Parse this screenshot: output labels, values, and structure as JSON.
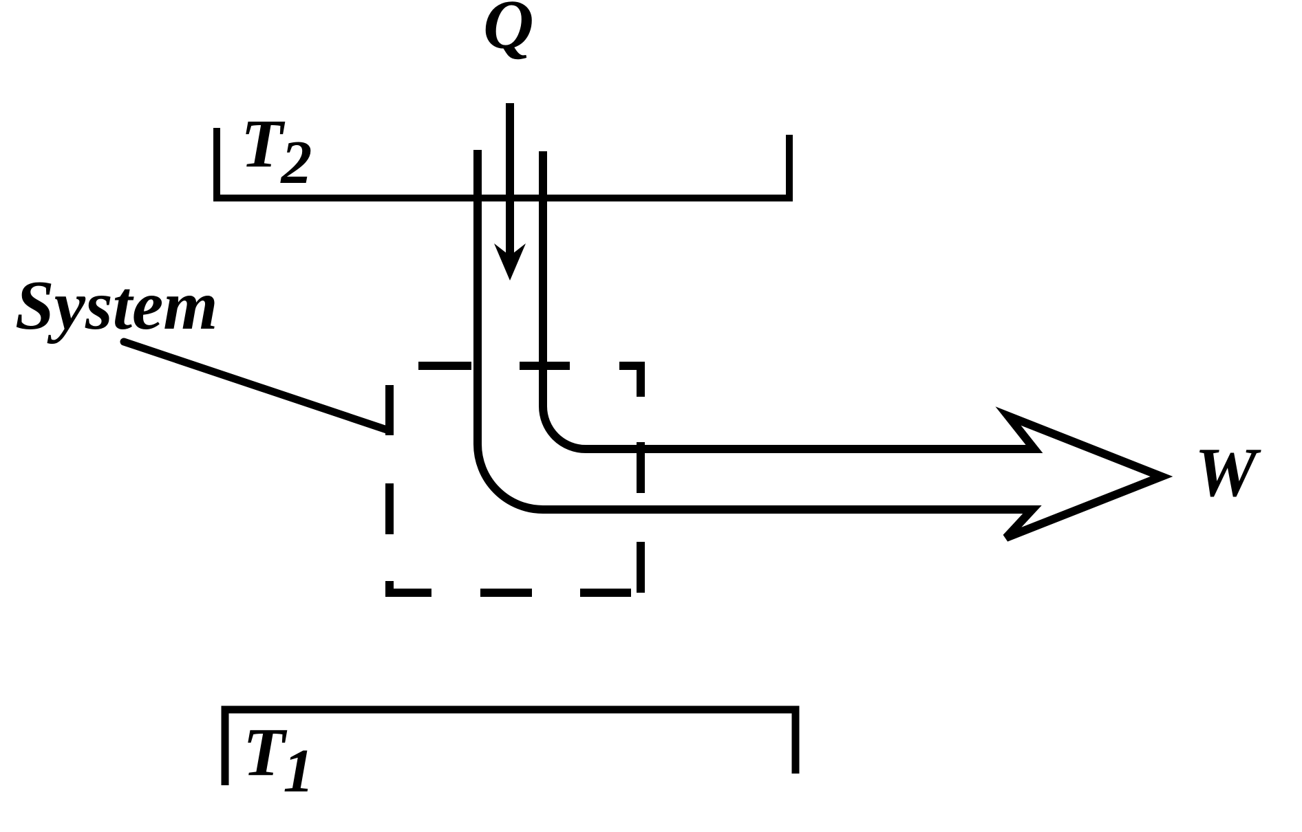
{
  "figure": {
    "type": "thermodynamics-heat-engine-schematic",
    "background": "#ffffff",
    "ink": "#000000",
    "labels": {
      "heat": "Q",
      "work": "W",
      "system": "System",
      "hot_reservoir": {
        "symbol": "T",
        "subscript": "2"
      },
      "cold_reservoir": {
        "symbol": "T",
        "subscript": "1"
      }
    }
  }
}
